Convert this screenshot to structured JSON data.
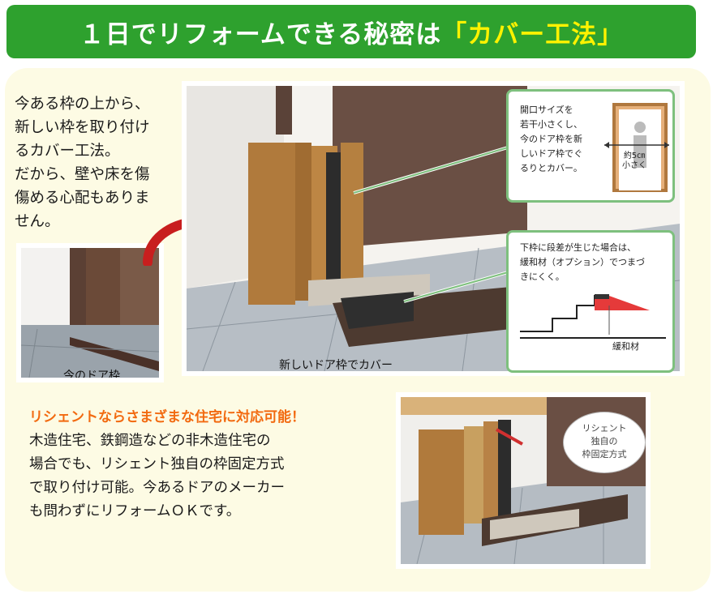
{
  "header": {
    "title_main": "１日でリフォームできる秘密は",
    "title_highlight": "「カバー工法」"
  },
  "intro": {
    "lines": [
      "今ある枠の上から、",
      "新しい枠を取り付け",
      "るカバー工法。",
      "だから、壁や床を傷",
      "傷める心配もありま",
      "せん。"
    ]
  },
  "old_frame_photo": {
    "caption": "今のドア枠"
  },
  "main_photo": {
    "caption": "新しいドア枠でカバー"
  },
  "callout_top": {
    "lines": [
      "開口サイズを",
      "若干小さくし、",
      "今のドア枠を新",
      "しいドア枠でぐ",
      "るりとカバー。"
    ],
    "figure_label_1": "約5㎝",
    "figure_label_2": "小さく"
  },
  "callout_bottom": {
    "lines": [
      "下枠に段差が生じた場合は、",
      "緩和材（オプション）でつまづ",
      "きにくく。"
    ],
    "figure_label": "緩和材"
  },
  "section2": {
    "title": "リシェントならさまざまな住宅に対応可能！",
    "lines": [
      "木造住宅、鉄鋼造などの非木造住宅の",
      "場合でも、リシェント独自の枠固定方式",
      "で取り付け可能。今あるドアのメーカー",
      "も問わずにリフォームＯＫです。"
    ]
  },
  "bubble": {
    "lines": [
      "リシェント",
      "独自の",
      "枠固定方式"
    ]
  },
  "colors": {
    "green": "#2ea12e",
    "highlight": "#fff200",
    "orange": "#f26a10",
    "panel": "#fdfbe4"
  }
}
